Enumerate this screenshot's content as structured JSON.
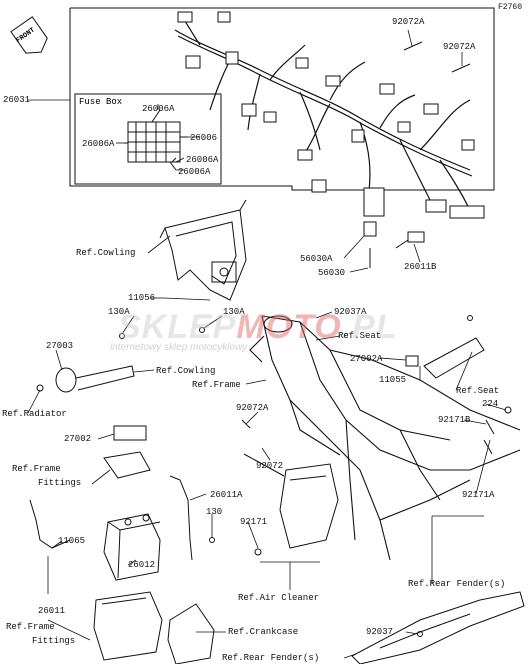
{
  "figure_id": "F2760",
  "front_label": "FRONT",
  "fuse_box_title": "Fuse Box",
  "watermark": {
    "brand_a": "SKLEP",
    "brand_b": "MOTO",
    "brand_c": ".PL",
    "tagline": "internetowy sklep motocyklowy"
  },
  "labels": {
    "p26031": "26031",
    "p26006A_top": "26006A",
    "p26006": "26006",
    "p26006A_left": "26006A",
    "p26006A_r1": "26006A",
    "p26006A_r2": "26006A",
    "p92072A_a": "92072A",
    "p92072A_b": "92072A",
    "p56030A": "56030A",
    "p56030": "56030",
    "p26011B": "26011B",
    "ref_cowling_1": "Ref.Cowling",
    "p11056": "11056",
    "p130A_l": "130A",
    "p130A_r": "130A",
    "p92037A": "92037A",
    "ref_seat_1": "Ref.Seat",
    "p27003": "27003",
    "p27002A": "27002A",
    "p11055": "11055",
    "ref_cowling_2": "Ref.Cowling",
    "ref_frame": "Ref.Frame",
    "ref_seat_2": "Ref.Seat",
    "ref_radiator": "Ref.Radiator",
    "p224": "224",
    "p92171B": "92171B",
    "p92072A_c": "92072A",
    "p27002": "27002",
    "p92072": "92072",
    "ref_frame_fittings_1a": "Ref.Frame",
    "ref_frame_fittings_1b": "Fittings",
    "p26011A": "26011A",
    "p92171A": "92171A",
    "p130": "130",
    "p92171": "92171",
    "p26012": "26012",
    "p11065": "11065",
    "ref_air_cleaner": "Ref.Air Cleaner",
    "ref_rear_fender_1": "Ref.Rear Fender(s)",
    "p26011": "26011",
    "p92037": "92037",
    "ref_frame_fittings_2a": "Ref.Frame",
    "ref_frame_fittings_2b": "Fittings",
    "ref_crankcase": "Ref.Crankcase",
    "ref_rear_fender_2": "Ref.Rear Fender(s)"
  }
}
